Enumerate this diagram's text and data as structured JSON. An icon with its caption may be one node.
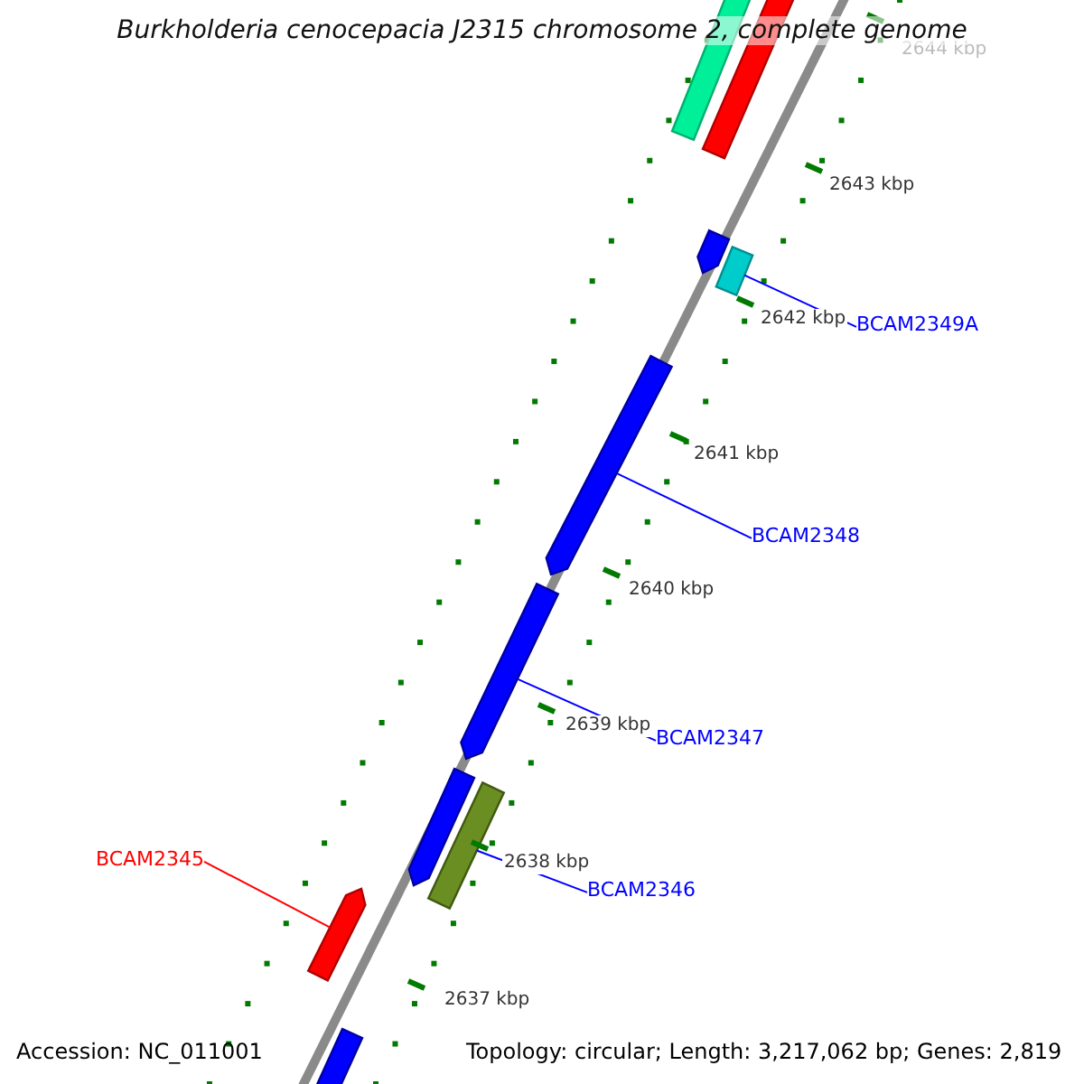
{
  "diagram": {
    "title": "Burkholderia cenocepacia J2315 chromosome 2, complete genome",
    "nodes": [
      {
        "text": [
          "BCAM2349A"
        ]
      },
      {
        "text": [],
        "shape": "bar"
      },
      {
        "text": [
          "BCAM2348"
        ]
      },
      {
        "text": [],
        "shape": "bar"
      },
      {
        "text": [
          "BCAM2347"
        ]
      },
      {
        "text": [],
        "shape": "bar"
      },
      {
        "text": [
          "BCAM2346"
        ]
      },
      {
        "text": [],
        "shape": "bar"
      },
      {
        "text": [
          "BCAM2345"
        ]
      },
      {
        "text": [],
        "shape": "bar"
      }
    ],
    "edges": [
      {
        "from": 0,
        "to": 1,
        "arrow": "none"
      },
      {
        "from": 2,
        "to": 3,
        "arrow": "none"
      },
      {
        "from": 4,
        "to": 5,
        "arrow": "none"
      },
      {
        "from": 6,
        "to": 7,
        "arrow": "none"
      },
      {
        "from": 8,
        "to": 9,
        "arrow": "none",
        "color": "#ff0000"
      }
    ],
    "labels": [
      "2644 kbp",
      "2643 kbp",
      "2642 kbp",
      "2641 kbp",
      "2640 kbp",
      "2639 kbp",
      "2638 kbp",
      "2637 kbp",
      "Accession: NC_011001",
      "Topology: circular; Length: 3,217,062 bp; Genes: 2,819"
    ]
  }
}
